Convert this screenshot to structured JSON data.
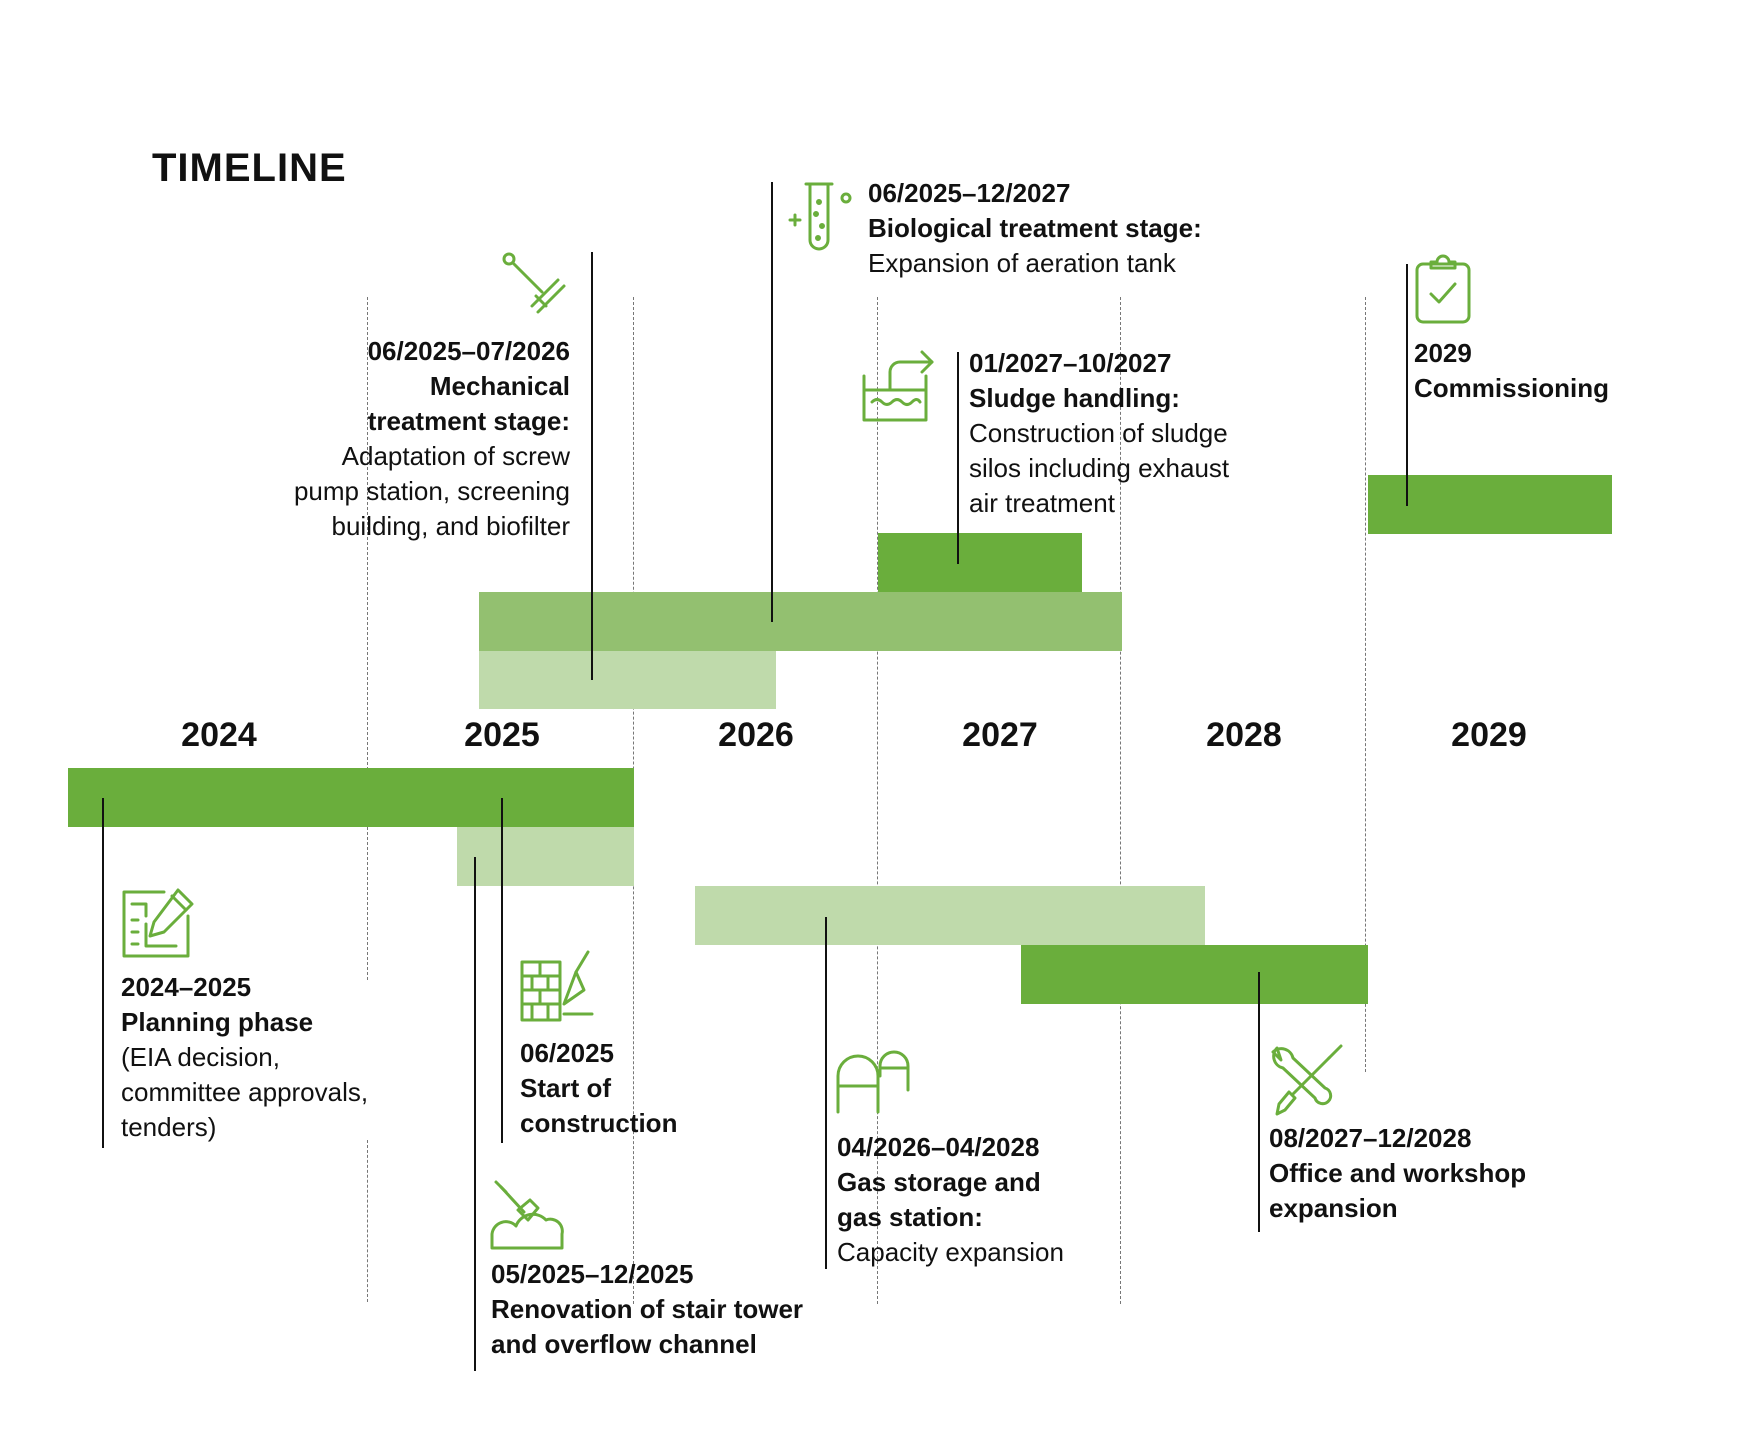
{
  "title": "TIMELINE",
  "colors": {
    "dark": "#6aae3c",
    "mid": "#93c070",
    "light": "#bfdaab",
    "icon": "#6aae3c"
  },
  "years": [
    "2024",
    "2025",
    "2026",
    "2027",
    "2028",
    "2029"
  ],
  "milestones": [
    {
      "id": "planning",
      "date": "2024–2025",
      "title": "Planning phase",
      "desc": "(EIA decision,\ncommittee approvals,\ntenders)",
      "icon": "planning-document-icon",
      "start": "2024-01",
      "end": "2025-12",
      "tone": "dark"
    },
    {
      "id": "start-construction",
      "date": "06/2025",
      "title": "Start of\nconstruction",
      "desc": "",
      "icon": "bricks-trowel-icon"
    },
    {
      "id": "renovation",
      "date": "05/2025–12/2025",
      "title": "Renovation of stair tower\nand overflow channel",
      "desc": "",
      "icon": "shovel-icon",
      "start": "2025-05",
      "end": "2025-12",
      "tone": "light"
    },
    {
      "id": "mechanical",
      "date": "06/2025–07/2026",
      "title": "Mechanical\ntreatment stage:",
      "desc": "Adaptation of screw\npump station, screening\nbuilding, and biofilter",
      "icon": "screw-rake-icon",
      "start": "2025-06",
      "end": "2026-07",
      "tone": "light"
    },
    {
      "id": "biological",
      "date": "06/2025–12/2027",
      "title": "Biological treatment stage:",
      "desc": "Expansion of aeration tank",
      "icon": "test-tube-icon",
      "start": "2025-06",
      "end": "2027-12",
      "tone": "mid"
    },
    {
      "id": "sludge",
      "date": "01/2027–10/2027",
      "title": "Sludge handling:",
      "desc": "Construction of sludge\nsilos including exhaust\nair treatment",
      "icon": "sludge-tank-icon",
      "start": "2027-01",
      "end": "2027-10",
      "tone": "dark"
    },
    {
      "id": "gas",
      "date": "04/2026–04/2028",
      "title": "Gas storage and\ngas station:",
      "desc": "Capacity expansion",
      "icon": "gas-storage-icon",
      "start": "2026-04",
      "end": "2028-04",
      "tone": "light"
    },
    {
      "id": "office",
      "date": "08/2027–12/2028",
      "title": "Office and workshop\nexpansion",
      "desc": "",
      "icon": "wrench-screwdriver-icon",
      "start": "2027-08",
      "end": "2028-12",
      "tone": "dark"
    },
    {
      "id": "commissioning",
      "date": "2029",
      "title": "Commissioning",
      "desc": "",
      "icon": "clipboard-check-icon",
      "start": "2029-01",
      "end": "2029-12",
      "tone": "dark"
    }
  ]
}
